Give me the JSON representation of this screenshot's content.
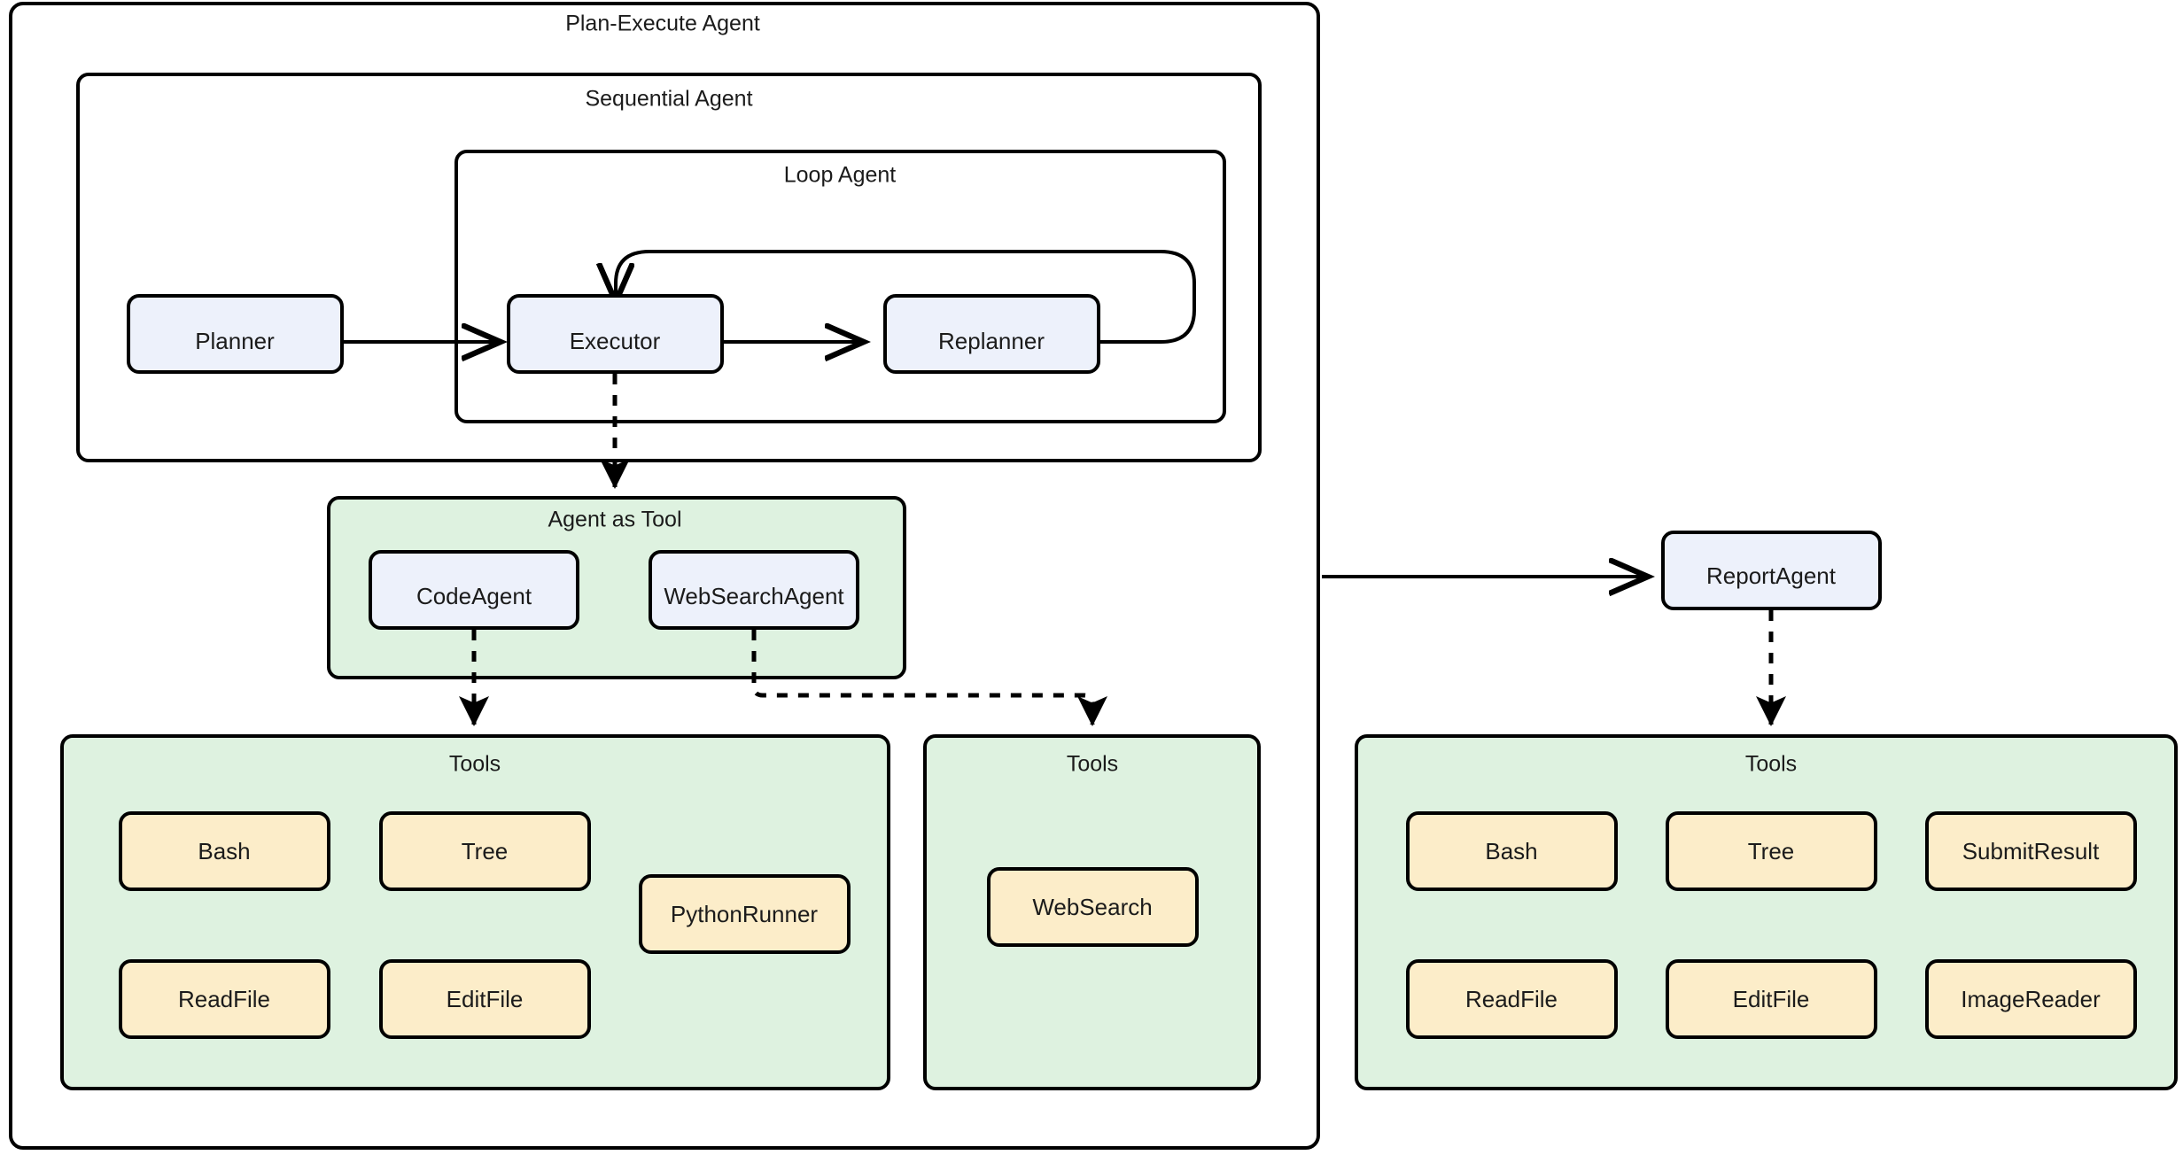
{
  "diagram": {
    "title": "Plan-Execute Agent",
    "containers": [
      {
        "id": "plan-execute-agent",
        "label": "Plan-Execute Agent"
      },
      {
        "id": "sequential-agent",
        "label": "Sequential Agent"
      },
      {
        "id": "loop-agent",
        "label": "Loop Agent"
      }
    ],
    "groups": [
      {
        "id": "agent-as-tool",
        "label": "Agent as Tool"
      },
      {
        "id": "tools-code",
        "label": "Tools"
      },
      {
        "id": "tools-websearch",
        "label": "Tools"
      },
      {
        "id": "tools-report",
        "label": "Tools"
      }
    ],
    "agents": [
      {
        "id": "planner",
        "label": "Planner"
      },
      {
        "id": "executor",
        "label": "Executor"
      },
      {
        "id": "replanner",
        "label": "Replanner"
      },
      {
        "id": "code-agent",
        "label": "CodeAgent"
      },
      {
        "id": "web-search-agent",
        "label": "WebSearchAgent"
      },
      {
        "id": "report-agent",
        "label": "ReportAgent"
      }
    ],
    "tools_code": [
      {
        "id": "bash",
        "label": "Bash"
      },
      {
        "id": "tree",
        "label": "Tree"
      },
      {
        "id": "python-runner",
        "label": "PythonRunner"
      },
      {
        "id": "read-file",
        "label": "ReadFile"
      },
      {
        "id": "edit-file",
        "label": "EditFile"
      }
    ],
    "tools_websearch": [
      {
        "id": "web-search",
        "label": "WebSearch"
      }
    ],
    "tools_report": [
      {
        "id": "bash",
        "label": "Bash"
      },
      {
        "id": "tree",
        "label": "Tree"
      },
      {
        "id": "submit-result",
        "label": "SubmitResult"
      },
      {
        "id": "read-file",
        "label": "ReadFile"
      },
      {
        "id": "edit-file",
        "label": "EditFile"
      },
      {
        "id": "image-reader",
        "label": "ImageReader"
      }
    ],
    "colors": {
      "background": "#ffffff",
      "stroke": "#000000",
      "agent_fill": "#edf1fb",
      "group_fill": "#def2e0",
      "tool_fill": "#fcedc9",
      "text": "#1b1b1b"
    },
    "edges": [
      {
        "id": "planner-to-executor",
        "from": "planner",
        "to": "executor",
        "style": "solid"
      },
      {
        "id": "executor-to-replanner",
        "from": "executor",
        "to": "replanner",
        "style": "solid"
      },
      {
        "id": "replanner-loop-to-executor",
        "from": "replanner",
        "to": "executor",
        "style": "solid"
      },
      {
        "id": "executor-to-agent-as-tool",
        "from": "executor",
        "to": "agent-as-tool",
        "style": "dashed"
      },
      {
        "id": "code-agent-to-tools",
        "from": "code-agent",
        "to": "tools-code",
        "style": "dashed"
      },
      {
        "id": "web-search-agent-to-tools",
        "from": "web-search-agent",
        "to": "tools-websearch",
        "style": "dashed"
      },
      {
        "id": "plan-execute-to-report-agent",
        "from": "plan-execute-agent",
        "to": "report-agent",
        "style": "solid"
      },
      {
        "id": "report-agent-to-tools",
        "from": "report-agent",
        "to": "tools-report",
        "style": "dashed"
      }
    ]
  }
}
